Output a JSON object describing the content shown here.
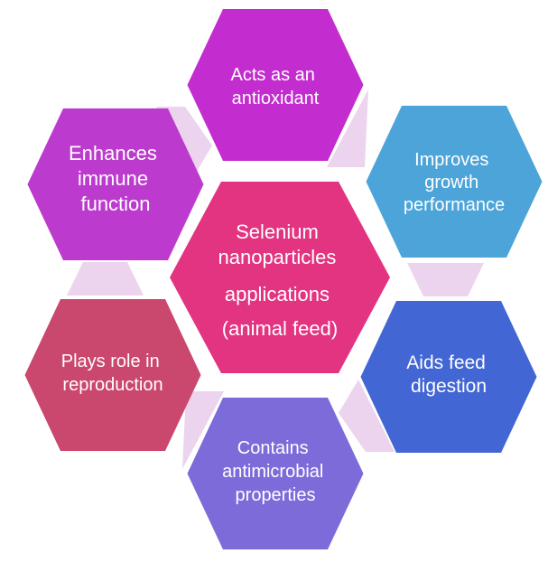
{
  "diagram": {
    "title": "Selenium nanoparticles applications (animal feed) hexagon cluster",
    "background_color": "#ffffff",
    "text_color": "#ffffff",
    "connector_color": "#ECD4EE",
    "center": {
      "id": "selenium-nanoparticles-applications",
      "color": "#E23480",
      "lines": [
        "Selenium",
        "nanoparticles",
        "applications",
        "(animal feed)"
      ]
    },
    "nodes": [
      {
        "id": "acts-as-antioxidant",
        "position": "top",
        "color": "#C32CCE",
        "lines": [
          "Acts as an",
          "antioxidant"
        ]
      },
      {
        "id": "improves-growth-performance",
        "position": "top-right",
        "color": "#4CA4D9",
        "lines": [
          "Improves",
          "growth",
          "performance"
        ]
      },
      {
        "id": "aids-feed-digestion",
        "position": "bottom-right",
        "color": "#4366D5",
        "lines": [
          "Aids feed",
          "digestion"
        ]
      },
      {
        "id": "contains-antimicrobial-properties",
        "position": "bottom",
        "color": "#7D6BDA",
        "lines": [
          "Contains",
          "antimicrobial",
          "properties"
        ]
      },
      {
        "id": "plays-role-in-reproduction",
        "position": "bottom-left",
        "color": "#CA476E",
        "lines": [
          "Plays role in",
          "reproduction"
        ]
      },
      {
        "id": "enhances-immune-function",
        "position": "top-left",
        "color": "#BC3BCE",
        "lines": [
          "Enhances",
          "immune",
          "function"
        ]
      }
    ]
  }
}
